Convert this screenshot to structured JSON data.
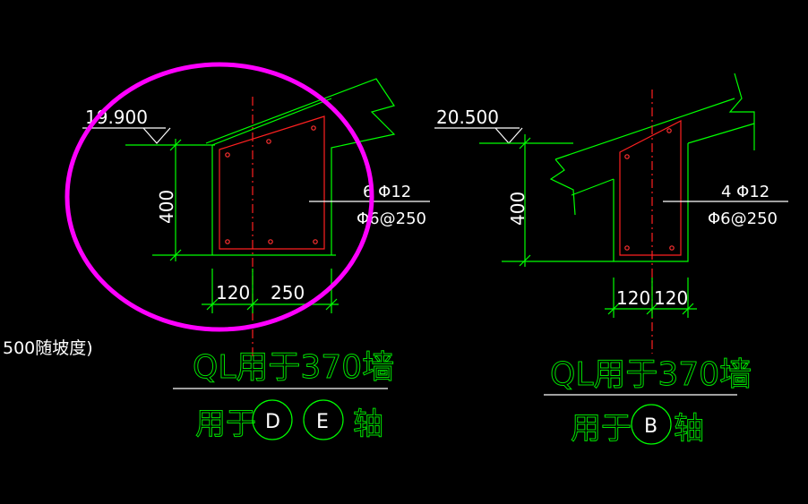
{
  "left_section": {
    "elevation": "19.900",
    "height_dim": "400",
    "dim_a": "120",
    "dim_b": "250",
    "rebar_main": "6 Φ12",
    "rebar_stirrup": "Φ6@250",
    "title": "QL用于370墙",
    "axis_prefix": "用于",
    "axis_1": "D",
    "axis_2": "E",
    "axis_suffix": "轴"
  },
  "right_section": {
    "elevation": "20.500",
    "height_dim": "400",
    "dim_a": "120",
    "dim_b": "120",
    "rebar_main": "4 Φ12",
    "rebar_stirrup": "Φ6@250",
    "title": "QL用于370墙",
    "axis_prefix": "用于",
    "axis_1": "B",
    "axis_suffix": "轴"
  },
  "side_note": "500随坡度)",
  "colors": {
    "background": "#000000",
    "line": "#00ff00",
    "rebar": "#ff2020",
    "highlight": "#ff00ff",
    "text": "#ffffff"
  }
}
